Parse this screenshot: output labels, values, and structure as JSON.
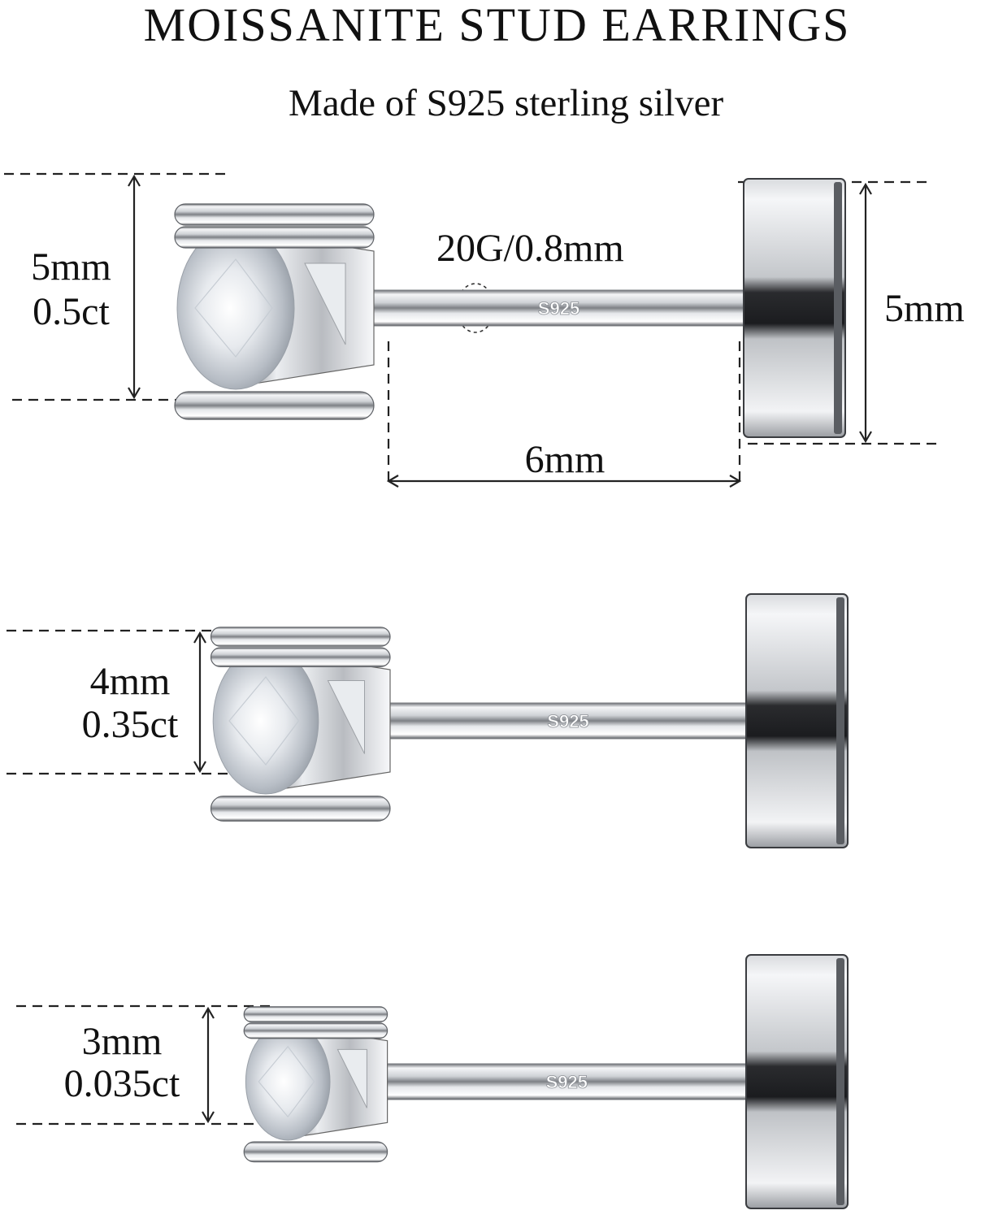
{
  "header": {
    "title": "MOISSANITE STUD EARRINGS",
    "subtitle": "Made of S925 sterling silver"
  },
  "earrings": [
    {
      "size": "5mm",
      "carat": "0.5ct",
      "stamp": "S925",
      "gauge": "20G/0.8mm",
      "back_size": "5mm",
      "post_length": "6mm"
    },
    {
      "size": "4mm",
      "carat": "0.35ct",
      "stamp": "S925"
    },
    {
      "size": "3mm",
      "carat": "0.035ct",
      "stamp": "S925"
    }
  ],
  "colors": {
    "background": "#ffffff",
    "text": "#111111",
    "metal_light": "#f2f3f5",
    "metal_dark": "#1e1f22"
  }
}
